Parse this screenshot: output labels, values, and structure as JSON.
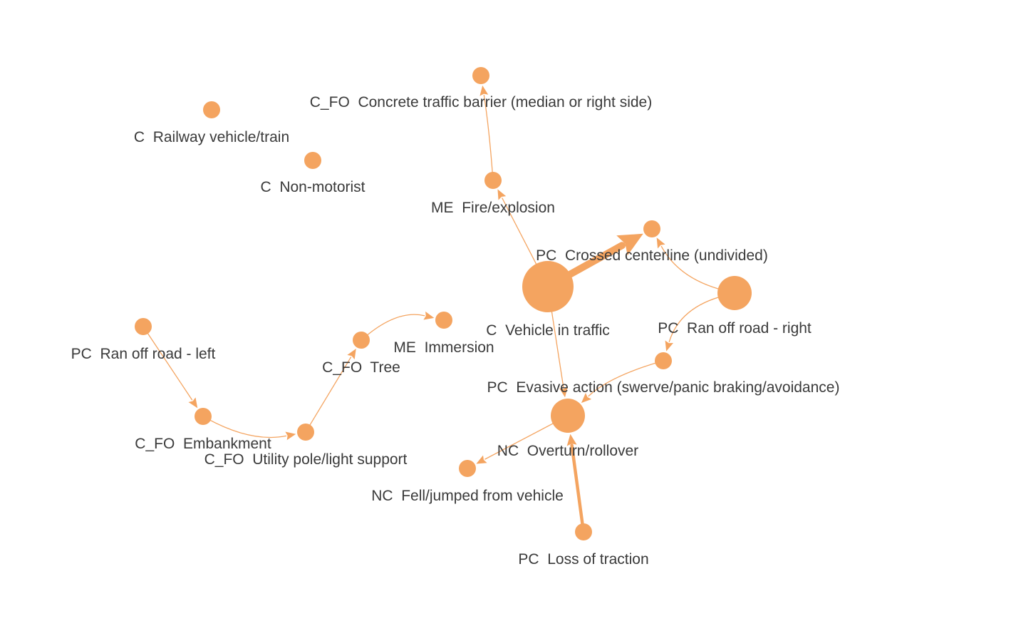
{
  "colors": {
    "node": "#f4a460",
    "edge": "#f4a460",
    "label": "#3a3a3a",
    "background": "#ffffff"
  },
  "nodes": [
    {
      "id": "n_concrete",
      "label": "C_FO  Concrete traffic barrier (median or right side)",
      "weight": 1
    },
    {
      "id": "n_railway",
      "label": "C  Railway vehicle/train",
      "weight": 1
    },
    {
      "id": "n_nonmotorist",
      "label": "C  Non-motorist",
      "weight": 1
    },
    {
      "id": "n_fire",
      "label": "ME  Fire/explosion",
      "weight": 1
    },
    {
      "id": "n_crossed",
      "label": "PC  Crossed centerline (undivided)",
      "weight": 1
    },
    {
      "id": "n_vehicle",
      "label": "C  Vehicle in traffic",
      "weight": 5
    },
    {
      "id": "n_ranright",
      "label": "PC  Ran off road - right",
      "weight": 3
    },
    {
      "id": "n_ranleft",
      "label": "PC  Ran off road - left",
      "weight": 1
    },
    {
      "id": "n_immersion",
      "label": "ME  Immersion",
      "weight": 1
    },
    {
      "id": "n_tree",
      "label": "C_FO  Tree",
      "weight": 1
    },
    {
      "id": "n_evasive",
      "label": "PC  Evasive action (swerve/panic braking/avoidance)",
      "weight": 1
    },
    {
      "id": "n_embankment",
      "label": "C_FO  Embankment",
      "weight": 1
    },
    {
      "id": "n_utility",
      "label": "C_FO  Utility pole/light support",
      "weight": 1
    },
    {
      "id": "n_overturn",
      "label": "NC  Overturn/rollover",
      "weight": 3
    },
    {
      "id": "n_fell",
      "label": "NC  Fell/jumped from vehicle",
      "weight": 1
    },
    {
      "id": "n_traction",
      "label": "PC  Loss of traction",
      "weight": 1
    }
  ],
  "edges": [
    {
      "from": "n_fire",
      "to": "n_concrete",
      "weight": 1
    },
    {
      "from": "n_vehicle",
      "to": "n_fire",
      "weight": 1
    },
    {
      "from": "n_vehicle",
      "to": "n_crossed",
      "weight": 8
    },
    {
      "from": "n_ranright",
      "to": "n_crossed",
      "weight": 1
    },
    {
      "from": "n_vehicle",
      "to": "n_overturn",
      "weight": 1
    },
    {
      "from": "n_ranright",
      "to": "n_evasive",
      "weight": 1
    },
    {
      "from": "n_evasive",
      "to": "n_overturn",
      "weight": 1
    },
    {
      "from": "n_overturn",
      "to": "n_fell",
      "weight": 1
    },
    {
      "from": "n_traction",
      "to": "n_overturn",
      "weight": 3
    },
    {
      "from": "n_ranleft",
      "to": "n_embankment",
      "weight": 1
    },
    {
      "from": "n_embankment",
      "to": "n_utility",
      "weight": 1
    },
    {
      "from": "n_utility",
      "to": "n_tree",
      "weight": 1
    },
    {
      "from": "n_tree",
      "to": "n_immersion",
      "weight": 1
    }
  ]
}
